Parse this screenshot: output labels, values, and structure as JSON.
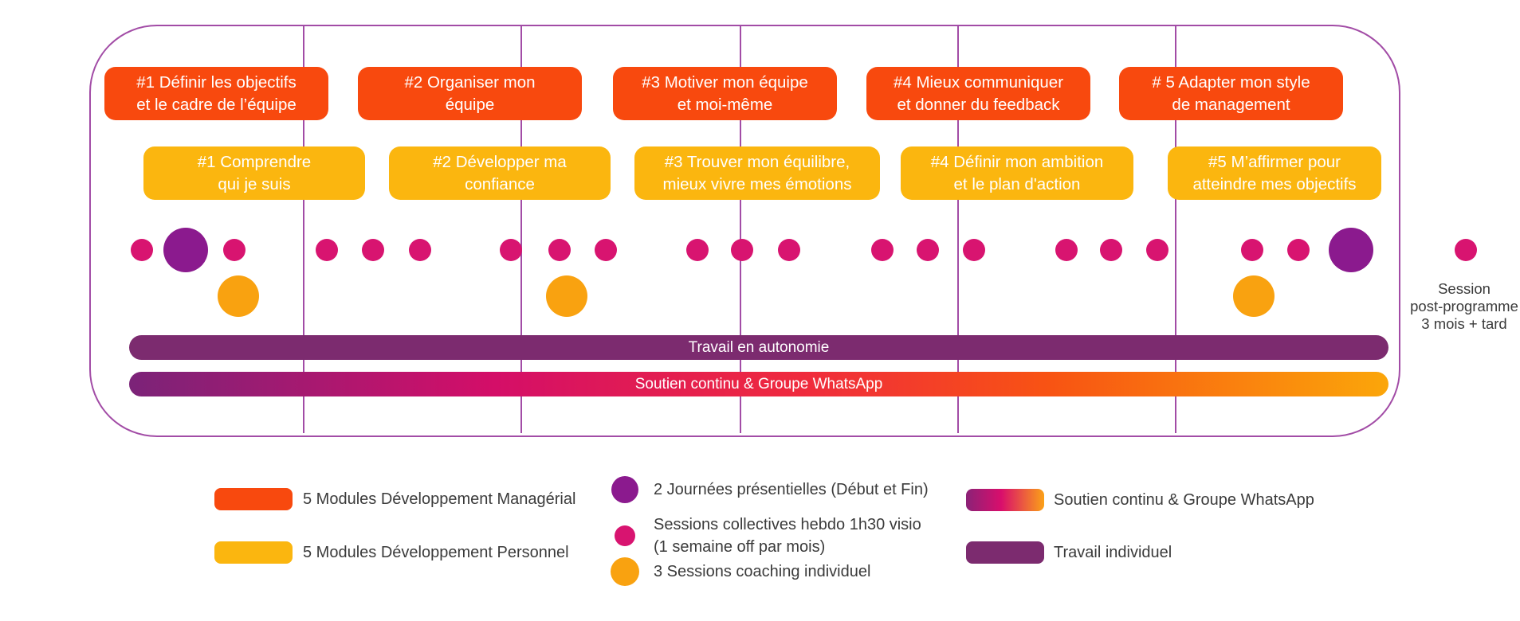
{
  "board": {
    "managerial_modules": [
      {
        "lines": [
          "#1 Définir les objectifs",
          "et le cadre de l’équipe"
        ]
      },
      {
        "lines": [
          "#2 Organiser mon",
          "équipe"
        ]
      },
      {
        "lines": [
          "#3 Motiver mon équipe",
          "et moi-même"
        ]
      },
      {
        "lines": [
          "#4 Mieux communiquer",
          "et donner du feedback"
        ]
      },
      {
        "lines": [
          "# 5 Adapter mon style",
          "de management"
        ]
      }
    ],
    "personal_modules": [
      {
        "lines": [
          "#1 Comprendre",
          "qui je suis"
        ]
      },
      {
        "lines": [
          "#2 Développer ma",
          "confiance"
        ]
      },
      {
        "lines": [
          "#3 Trouver mon équilibre,",
          "mieux vivre mes émotions"
        ]
      },
      {
        "lines": [
          "#4 Définir mon ambition",
          "et le plan d'action"
        ]
      },
      {
        "lines": [
          "#5 M’affirmer pour",
          "atteindre mes objectifs"
        ]
      }
    ],
    "timeline": {
      "dot_groups": [
        {
          "dots": [
            "collective",
            "presential",
            "collective"
          ],
          "coaching": true
        },
        {
          "dots": [
            "collective",
            "collective",
            "collective"
          ],
          "coaching": false
        },
        {
          "dots": [
            "collective",
            "collective",
            "collective"
          ],
          "coaching": true
        },
        {
          "dots": [
            "collective",
            "collective",
            "collective"
          ],
          "coaching": false
        },
        {
          "dots": [
            "collective",
            "collective",
            "collective"
          ],
          "coaching": false
        },
        {
          "dots": [
            "collective",
            "collective",
            "collective"
          ],
          "coaching": false
        },
        {
          "dots": [
            "collective",
            "collective",
            "presential"
          ],
          "coaching": true
        }
      ]
    },
    "bars": [
      {
        "label": "Travail en autonomie"
      },
      {
        "label": "Soutien continu &  Groupe WhatsApp"
      }
    ],
    "post_program": {
      "lines": [
        "Session",
        "post-programme",
        "3 mois + tard"
      ]
    }
  },
  "legend": {
    "modules": [
      {
        "swatch": "orange",
        "label": "5 Modules Développement Managérial"
      },
      {
        "swatch": "yellow",
        "label": "5 Modules Développement Personnel"
      }
    ],
    "sessions": [
      {
        "marker": "purple",
        "lines": [
          "2 Journées présentielles (Début et Fin)"
        ]
      },
      {
        "marker": "pink",
        "lines": [
          "Sessions collectives hebdo 1h30 visio",
          "(1 semaine off par mois)"
        ]
      },
      {
        "marker": "orangec",
        "lines": [
          "3 Sessions coaching individuel"
        ]
      }
    ],
    "support": [
      {
        "swatch": "gradient",
        "label": "Soutien continu & Groupe WhatsApp"
      },
      {
        "swatch": "purple",
        "label": "Travail individuel"
      }
    ]
  },
  "colors": {
    "module_orange": "#f8490e",
    "module_yellow": "#fbb60f",
    "collective_pink": "#d81470",
    "presential_purple": "#8b1a8e",
    "coaching_orange": "#f9a210",
    "autonomy_bar_purple": "#7c2b6f",
    "support_gradient_start": "#7b2378",
    "support_gradient_mid": "#d40e68",
    "support_gradient_end": "#fba60a",
    "outline_purple": "#a24ca6",
    "text_dark": "#3b3b3b"
  }
}
